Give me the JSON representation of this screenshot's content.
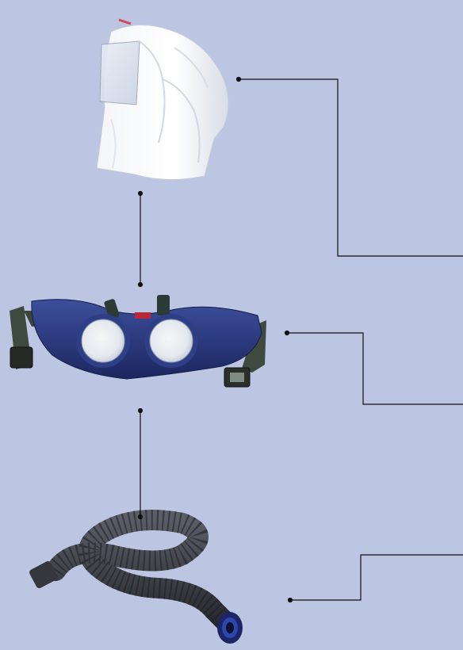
{
  "background": "#bcc6e2",
  "line_color": "#111111",
  "components": [
    {
      "name": "hood",
      "icon": "protective-hood-icon"
    },
    {
      "name": "turbo-unit",
      "icon": "blower-unit-with-belt-icon"
    },
    {
      "name": "breathing-tube",
      "icon": "breathing-tube-icon"
    }
  ]
}
